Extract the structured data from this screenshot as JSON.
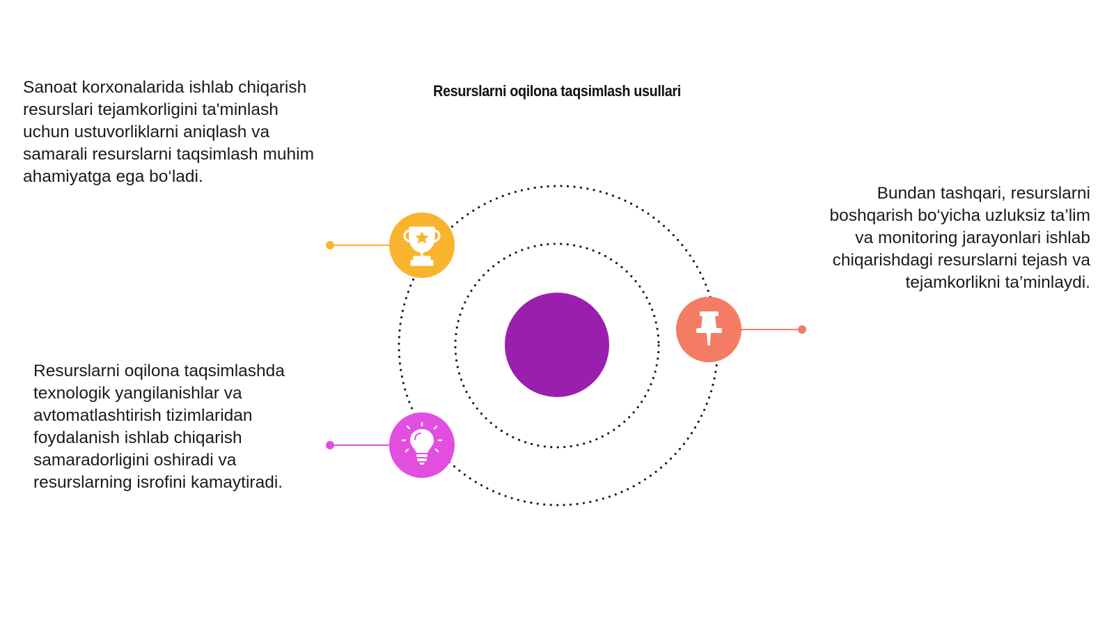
{
  "title": "Resurslarni oqilona taqsimlash usullari",
  "blocks": {
    "top_left": "Sanoat korxonalarida ishlab chiqarish resurslari tejamkorligini ta'minlash uchun ustuvorliklarni aniqlash va samarali resurslarni taqsimlash muhim ahamiyatga ega bo‘ladi.",
    "right": "Bundan tashqari, resurslarni boshqarish bo‘yicha uzluksiz ta’lim va monitoring jarayonlari ishlab chiqarishdagi resurslarni tejash va tejamkorlikni ta’minlaydi.",
    "bottom_left": "Resurslarni oqilona taqsimlashda texnologik yangilanishlar va avtomatlashtirish tizimlaridan foydalanish ishlab chiqarish samaradorligini oshiradi va resurslarning isrofini kamaytiradi."
  },
  "nodes": [
    {
      "icon": "trophy-icon",
      "color": "#f9b42d"
    },
    {
      "icon": "pushpin-icon",
      "color": "#f47c64"
    },
    {
      "icon": "lightbulb-icon",
      "color": "#e24ee0"
    }
  ],
  "center_color": "#9b1fae"
}
